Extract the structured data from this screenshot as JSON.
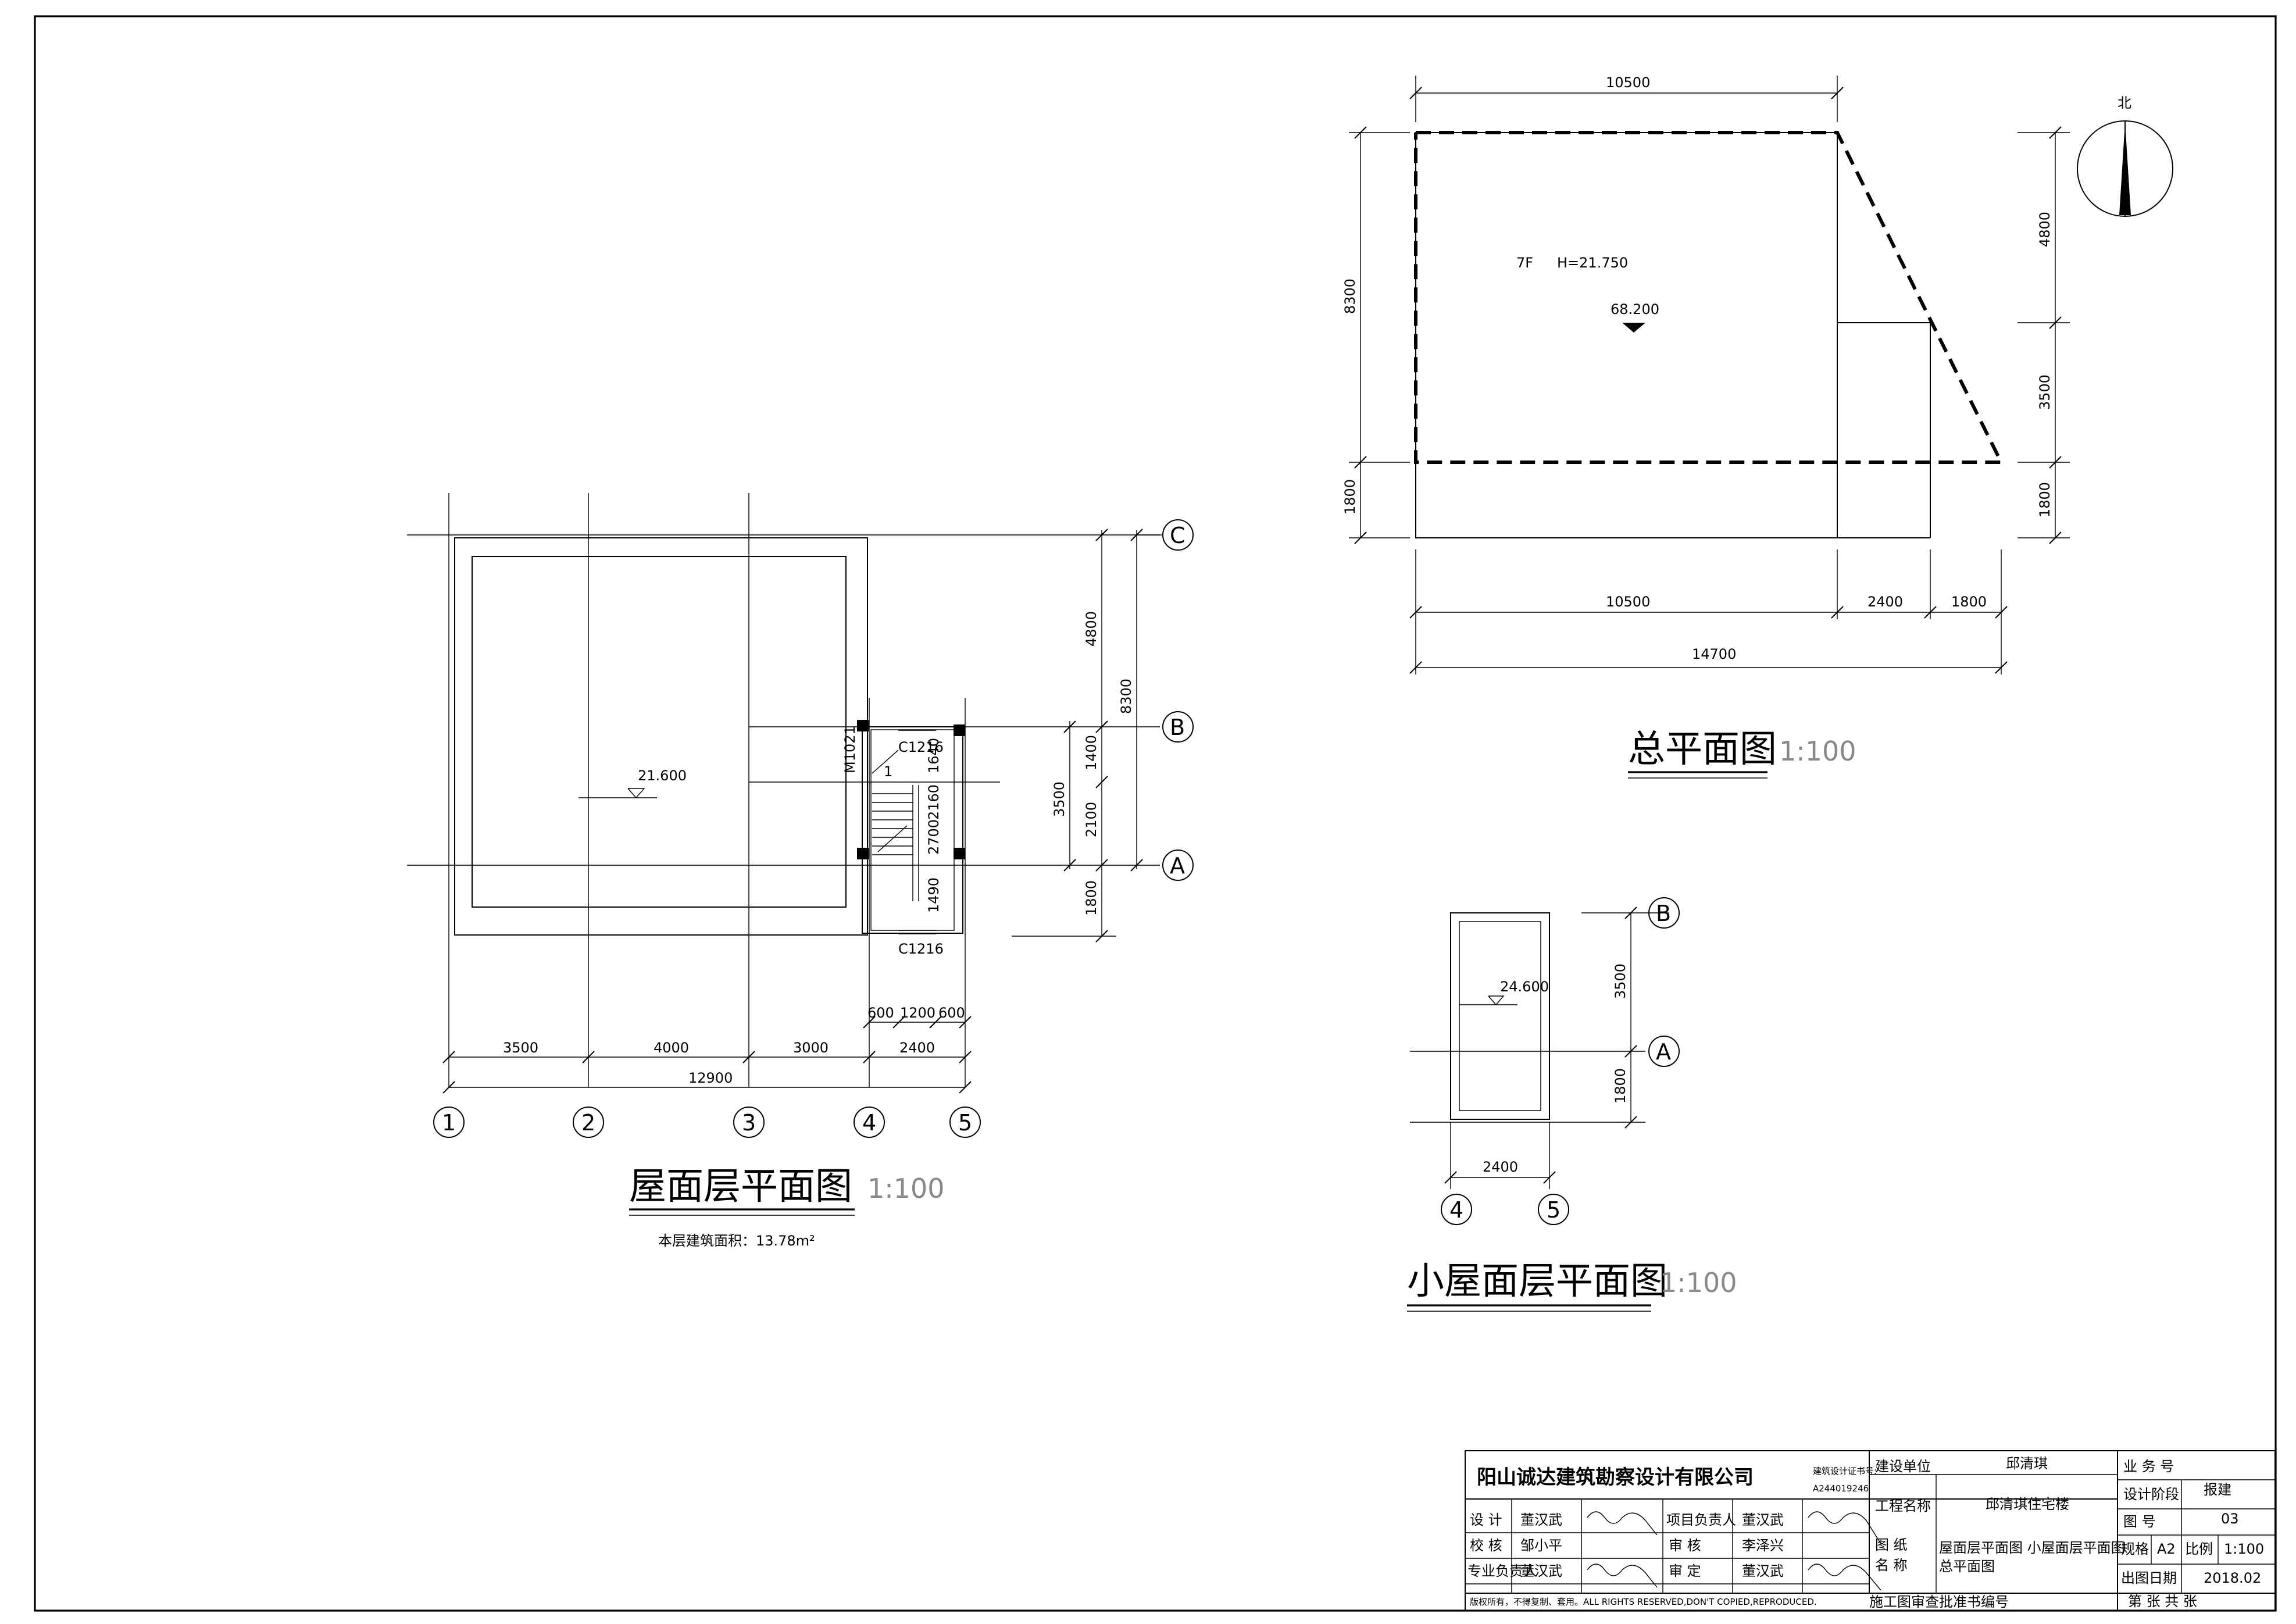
{
  "roof_plan": {
    "title": "屋面层平面图",
    "scale": "1:100",
    "area_note": "本层建筑面积：13.78m²",
    "elevation": "21.600",
    "axes_num": [
      "1",
      "2",
      "3",
      "4",
      "5"
    ],
    "axes_letter": [
      "C",
      "B",
      "A"
    ],
    "dims_bottom": [
      "3500",
      "4000",
      "3000",
      "2400"
    ],
    "dims_stair": [
      "600",
      "1200",
      "600"
    ],
    "dim_total": "12900",
    "dims_right": [
      "4800",
      "1400",
      "2100",
      "1800"
    ],
    "dim_right_mid": "3500",
    "dim_right_total": "8300",
    "door": "M1021",
    "window_top": "C1216",
    "window_bottom": "C1216",
    "stair_labels": [
      "1640",
      "2700",
      "2160",
      "1490"
    ],
    "stair_mark": "1"
  },
  "site_plan": {
    "title": "总平面图",
    "scale": "1:100",
    "dim_top": "10500",
    "dims_bottom": [
      "10500",
      "2400",
      "1800"
    ],
    "dim_total": "14700",
    "dim_left": "8300",
    "dim_left_bottom": "1800",
    "dims_right": [
      "4800",
      "3500",
      "1800"
    ],
    "floors": "7F",
    "height": "H=21.750",
    "elevation": "68.200",
    "north": "北"
  },
  "small_roof_plan": {
    "title": "小屋面层平面图",
    "scale": "1:100",
    "elevation": "24.600",
    "dims_right": [
      "3500",
      "1800"
    ],
    "dim_bottom": "2400",
    "axes_letter": [
      "B",
      "A"
    ],
    "axes_num": [
      "4",
      "5"
    ]
  },
  "title_block": {
    "company": "阳山诚达建筑勘察设计有限公司",
    "cert_label": "建筑设计证书号:",
    "cert_no": "A244019246",
    "client_label": "建设单位",
    "client": "邱清琪",
    "project_label": "工程名称",
    "project": "邱清琪住宅楼",
    "drawing_label_1": "图 纸",
    "drawing_label_2": "名 称",
    "drawing_name_1": "屋面层平面图  小屋面层平面图",
    "drawing_name_2": "总平面图",
    "design_label": "设    计",
    "design_name": "董汉武",
    "check_label": "校    核",
    "check_name": "邹小平",
    "discipline_label": "专业负责人",
    "discipline_name": "董汉武",
    "project_lead_label": "项目负责人",
    "project_lead_name": "董汉武",
    "review_label": "审    核",
    "review_name": "李泽兴",
    "approve_label": "审    定",
    "approve_name": "董汉武",
    "biz_label": "业 务 号",
    "stage_label": "设计阶段",
    "stage": "报建",
    "sheet_label": "图    号",
    "sheet": "03",
    "format_label": "规格",
    "format": "A2",
    "ratio_label": "比例",
    "ratio": "1:100",
    "date_label": "出图日期",
    "date": "2018.02",
    "page_label": "第    张    共    张",
    "copyright": "版权所有，不得复制、套用。ALL RIGHTS RESERVED,DON'T COPIED,REPRODUCED.",
    "approval_label": "施工图审查批准书编号"
  },
  "colors": {
    "line": "#000000",
    "scale_text": "#888888",
    "background": "#ffffff"
  }
}
